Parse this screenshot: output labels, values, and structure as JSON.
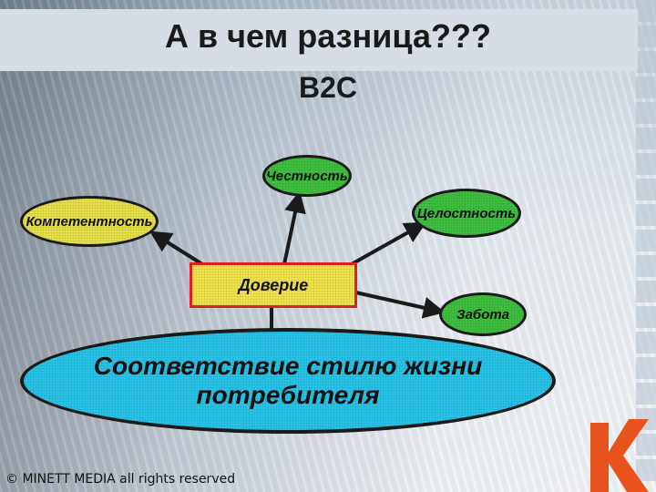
{
  "title": "А в чем разница???",
  "subtitle": "B2C",
  "nodes": {
    "chestnost": "Честность",
    "celostnost": "Целостность",
    "kompetentnost": "Компетентность",
    "doverie": "Доверие",
    "zabota": "Забота",
    "main_line1": "Соответствие стилю жизни",
    "main_line2": "потребителя"
  },
  "footer": {
    "copyright": "© MINETT MEDIA all rights reserved"
  },
  "colors": {
    "node_green": "#3fbf3f",
    "node_yellow": "#e8e24a",
    "center_fill": "#f2e44c",
    "center_border": "#e0201a",
    "main_fill": "#28c4e8",
    "logo": "#e8521c"
  }
}
